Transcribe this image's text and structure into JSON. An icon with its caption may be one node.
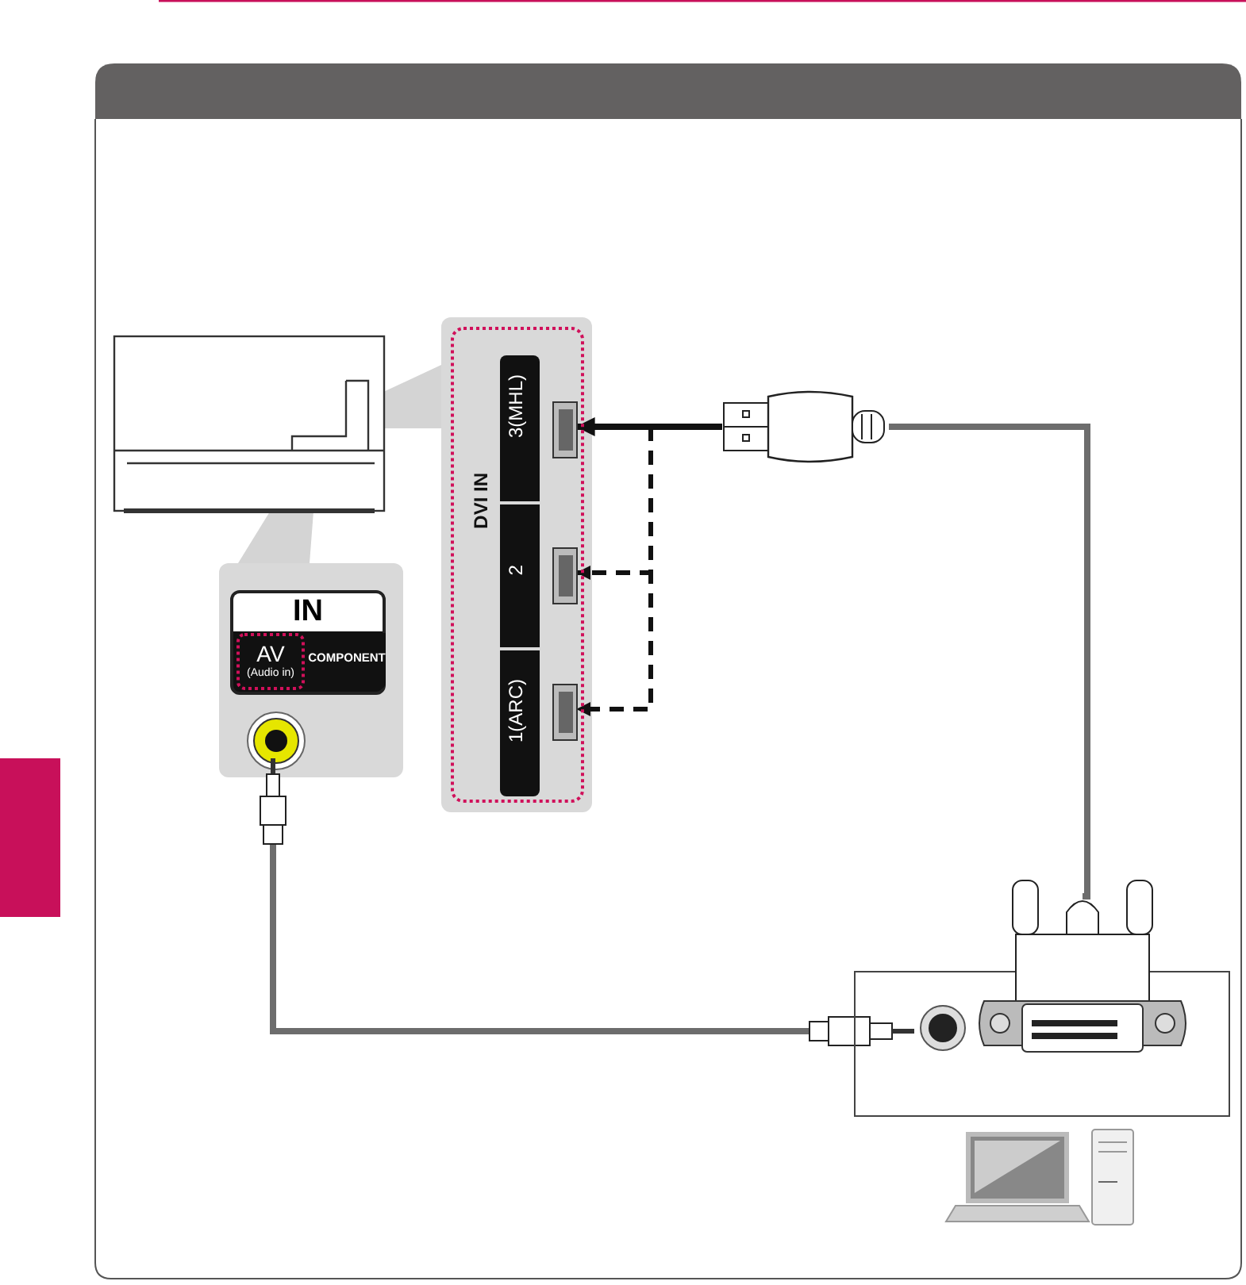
{
  "diagram": {
    "nodes": [
      {
        "text": [
          "IN"
        ]
      },
      {
        "text": [
          "AV",
          "(Audio in)"
        ],
        "in": 0
      },
      {
        "text": [
          "COMPONENT"
        ],
        "in": 0
      },
      {
        "text": [],
        "shape": "circle"
      },
      {
        "text": [
          "DVI IN"
        ]
      },
      {
        "text": [
          "3(MHL)"
        ],
        "in": 4
      },
      {
        "text": [
          "2"
        ],
        "in": 4
      },
      {
        "text": [
          "1(ARC)"
        ],
        "in": 4
      },
      {
        "text": [],
        "shape": "box",
        "in": 4
      },
      {
        "text": [],
        "shape": "box",
        "in": 4
      },
      {
        "text": [],
        "shape": "box",
        "in": 4
      },
      {
        "text": [],
        "shape": "plug"
      },
      {
        "text": [],
        "shape": "plug"
      },
      {
        "text": [],
        "shape": "plug"
      },
      {
        "text": [],
        "shape": "box"
      },
      {
        "text": [],
        "shape": "circle",
        "in": 14
      },
      {
        "text": [],
        "shape": "plug"
      },
      {
        "text": [],
        "shape": "bar"
      }
    ],
    "edges": [
      {
        "from": 11,
        "to": 8,
        "arrow": "to"
      },
      {
        "from": 11,
        "to": 9,
        "arrow": "to",
        "style": "dashed"
      },
      {
        "from": 11,
        "to": 10,
        "arrow": "to",
        "style": "dashed"
      },
      {
        "from": 11,
        "to": 16,
        "arrow": "none",
        "color": "#6d6d6d"
      },
      {
        "from": 12,
        "to": 13,
        "arrow": "none",
        "color": "#6d6d6d"
      }
    ]
  }
}
